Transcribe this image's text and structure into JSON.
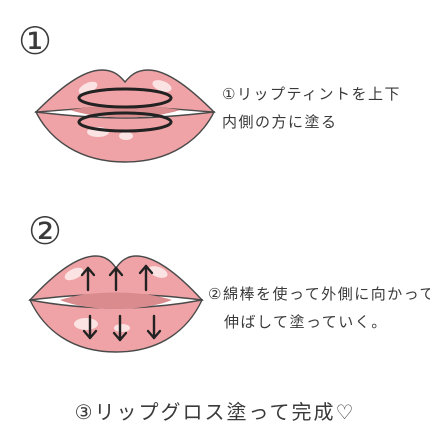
{
  "colors": {
    "lip_fill": "#f0a3a6",
    "lip_outline": "#4a4a4a",
    "lip_inner": "#d98b8e",
    "highlight": "#fbe3e4",
    "stroke": "#222222"
  },
  "step1": {
    "number": "①",
    "caption_line1": "①リップティントを上下",
    "caption_line2": "内側の方に塗る"
  },
  "step2": {
    "number": "②",
    "caption_line1": "②綿棒を使って外側に向かって",
    "caption_line2": "伸ばして塗っていく。"
  },
  "step3": {
    "text": "③リップグロス塗って完成♡"
  },
  "icons": {
    "step1_lips": "lips-with-ellipse-icon",
    "step2_lips": "lips-with-arrows-icon"
  }
}
